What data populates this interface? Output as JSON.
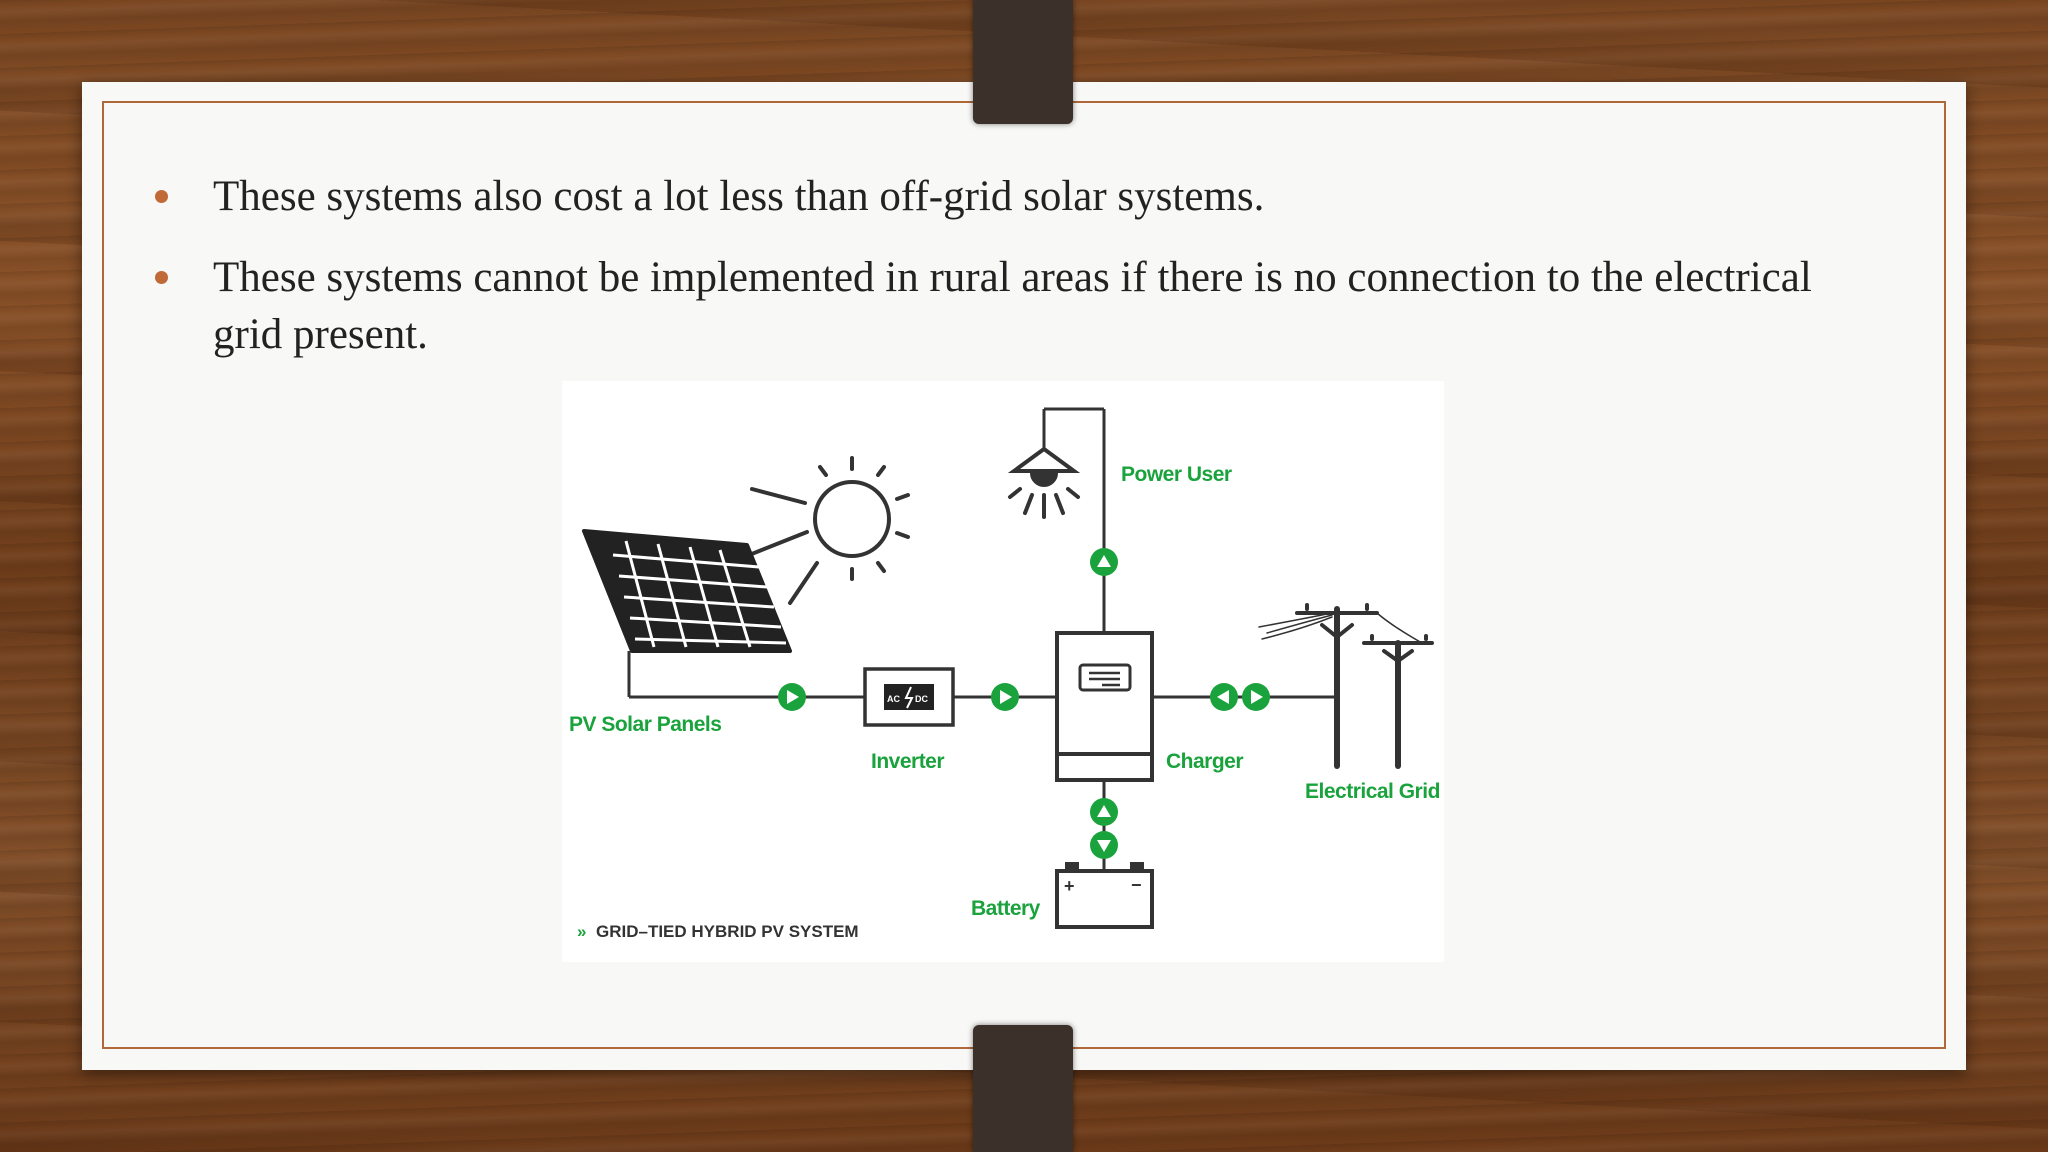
{
  "slide": {
    "bullets": [
      "These systems also cost a lot less than off-grid solar systems.",
      "These systems cannot be implemented in rural areas if  there is no connection to the electrical grid present."
    ]
  },
  "diagram": {
    "labels": {
      "pv_solar_panels": "PV Solar Panels",
      "inverter": "Inverter",
      "charger": "Charger",
      "power_user": "Power User",
      "electrical_grid": "Electrical Grid",
      "battery": "Battery",
      "caption": "GRID–TIED HYBRID PV SYSTEM",
      "caption_marker": "»",
      "inverter_ac": "AC",
      "inverter_dc": "DC",
      "battery_plus": "+",
      "battery_minus": "−"
    },
    "colors": {
      "accent": "#1aa33c",
      "line": "#333333",
      "bullet": "#c06a38",
      "frame": "#b0683a"
    }
  }
}
